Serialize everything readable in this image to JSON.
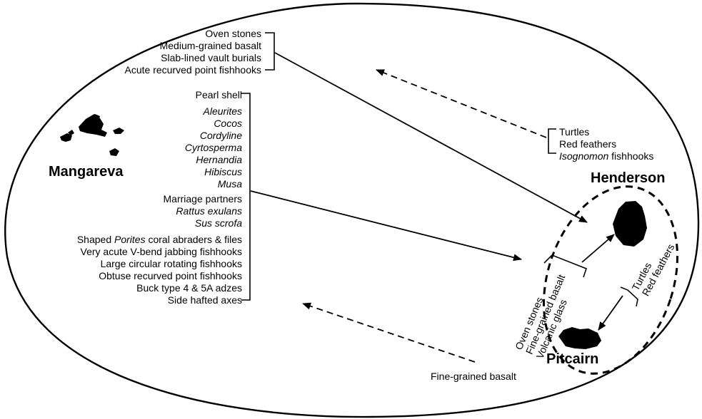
{
  "islands": {
    "mangareva": "Mangareva",
    "henderson": "Henderson",
    "pitcairn": "Pitcairn"
  },
  "mangareva_to_henderson_goods": [
    "Oven stones",
    "Medium-grained basalt",
    "Slab-lined vault burials",
    "Acute recurved point fishhooks"
  ],
  "mangareva_to_both_goods": {
    "group1": [
      "Pearl shell"
    ],
    "group2_italic": [
      "Aleurites",
      "Cocos",
      "Cordyline",
      "Cyrtosperma",
      "Hernandia",
      "Hibiscus",
      "Musa"
    ],
    "group3": [
      {
        "text": "Marriage partners",
        "italic": false
      },
      {
        "text": "Rattus exulans",
        "italic": true
      },
      {
        "text": "Sus scrofa",
        "italic": true
      }
    ],
    "group4": [
      {
        "pre": "Shaped ",
        "ital": "Porites",
        "post": " coral abraders & files"
      },
      {
        "pre": "Very acute V-bend jabbing fishhooks",
        "ital": "",
        "post": ""
      },
      {
        "pre": "Large circular rotating fishhooks",
        "ital": "",
        "post": ""
      },
      {
        "pre": "Obtuse recurved point fishhooks",
        "ital": "",
        "post": ""
      },
      {
        "pre": "Buck type 4 & 5A adzes",
        "ital": "",
        "post": ""
      },
      {
        "pre": "Side hafted axes",
        "ital": "",
        "post": ""
      }
    ]
  },
  "henderson_to_mangareva_goods": {
    "line1": "Turtles",
    "line2": "Red feathers",
    "line3_italic": "Isognomon",
    "line3_rest": " fishhooks"
  },
  "pitcairn_to_henderson_goods": [
    "Oven stones",
    "Fine-grained basalt",
    "Volcanic glass"
  ],
  "henderson_to_pitcairn_goods": [
    "Turtles",
    "Red feathers"
  ],
  "pitcairn_to_mangareva_goods": "Fine-grained basalt"
}
